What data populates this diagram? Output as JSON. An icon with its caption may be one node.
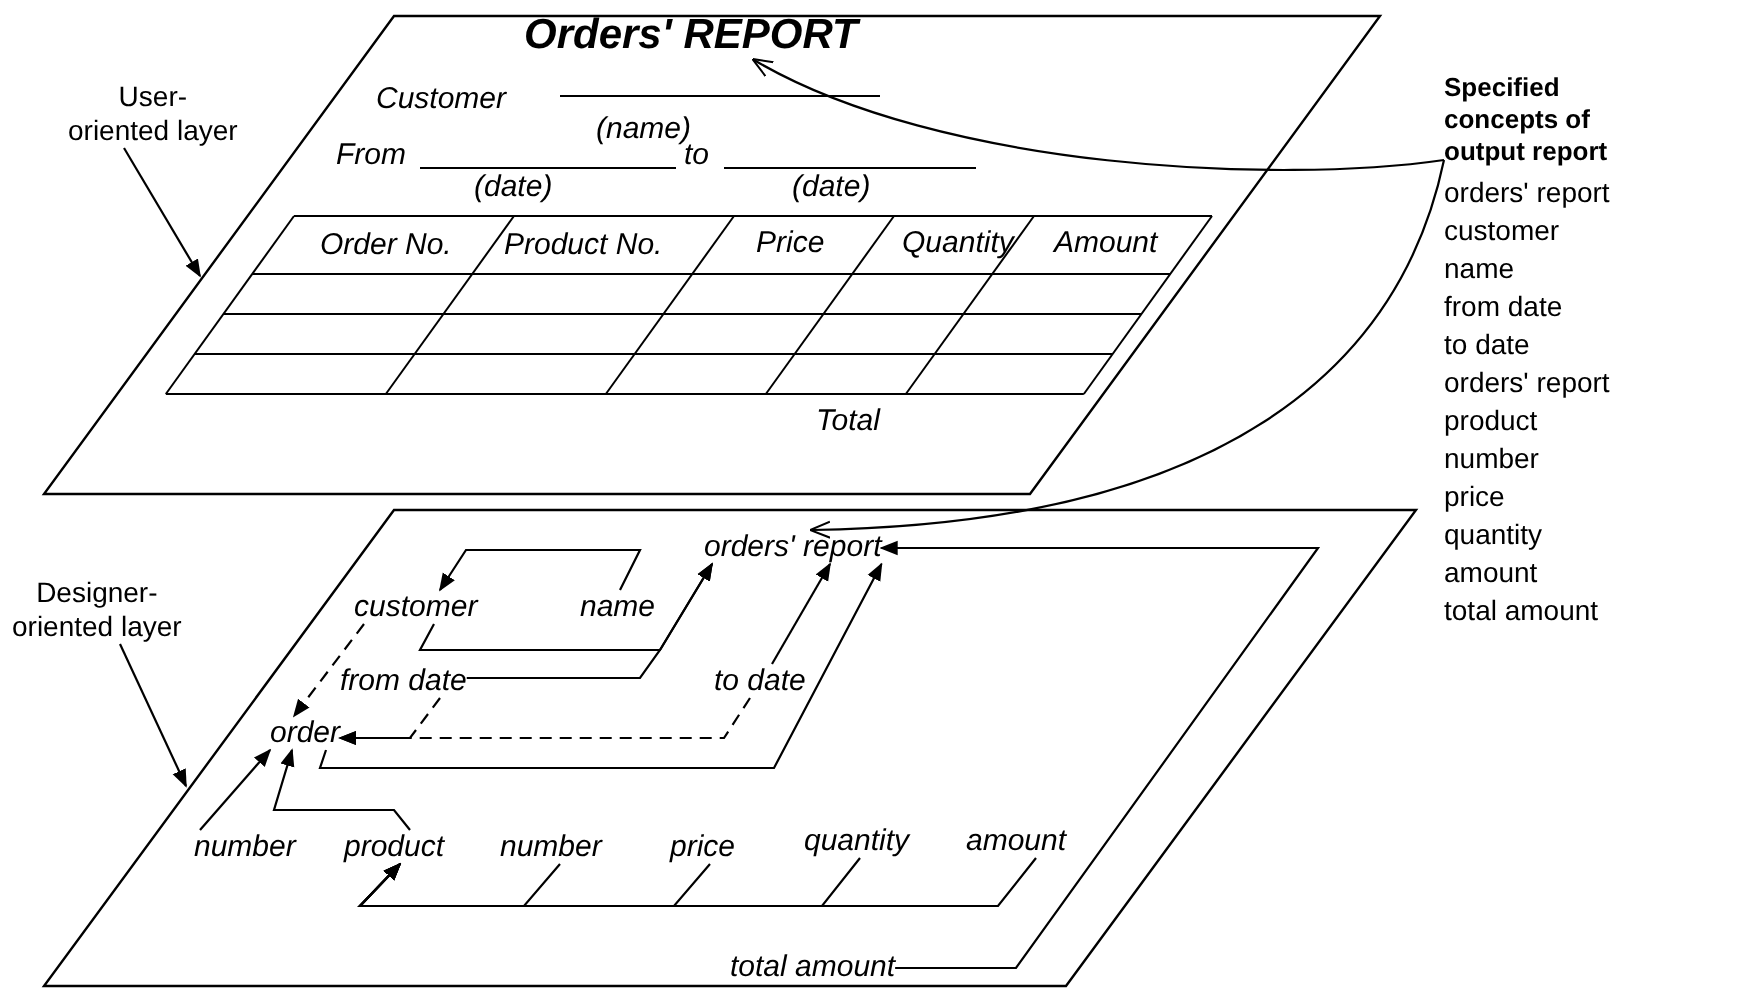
{
  "diagram": {
    "nodes": [
      {
        "text": [],
        "shape": "parallelogram"
      },
      {
        "text": [
          "User- oriented layer"
        ]
      },
      {
        "text": [],
        "shape": "parallelogram"
      },
      {
        "text": [
          "Designer- oriented layer"
        ]
      },
      {
        "text": [
          "Orders' REPORT"
        ],
        "in": 0
      },
      {
        "text": [
          "Specified concepts of output report",
          "orders' report",
          "customer",
          "name",
          "from date",
          "to date",
          "orders' report",
          "product",
          "number",
          "price",
          "quantity",
          "amount",
          "total amount"
        ]
      },
      {
        "text": [
          "orders' report"
        ],
        "in": 2
      },
      {
        "text": [
          "customer"
        ],
        "in": 2
      },
      {
        "text": [
          "name"
        ],
        "in": 2
      },
      {
        "text": [
          "from date"
        ],
        "in": 2
      },
      {
        "text": [
          "to date"
        ],
        "in": 2
      },
      {
        "text": [
          "order"
        ],
        "in": 2
      },
      {
        "text": [
          "number"
        ],
        "in": 2
      },
      {
        "text": [
          "product"
        ],
        "in": 2
      },
      {
        "text": [
          "number"
        ],
        "in": 2
      },
      {
        "text": [
          "price"
        ],
        "in": 2
      },
      {
        "text": [
          "quantity"
        ],
        "in": 2
      },
      {
        "text": [
          "amount"
        ],
        "in": 2
      },
      {
        "text": [
          "total amount"
        ],
        "in": 2
      }
    ],
    "edges": [
      {
        "from": 1,
        "to": 0,
        "arrow": "to"
      },
      {
        "from": 3,
        "to": 2,
        "arrow": "to"
      },
      {
        "from": 5,
        "to": 4,
        "arrow": "to"
      },
      {
        "from": 5,
        "to": 6,
        "arrow": "to"
      },
      {
        "from": 8,
        "to": 7,
        "arrow": "to"
      },
      {
        "from": 7,
        "to": 11,
        "arrow": "to",
        "style": "dashed"
      },
      {
        "from": 7,
        "to": 6,
        "arrow": "to"
      },
      {
        "from": 9,
        "to": 6,
        "arrow": "to"
      },
      {
        "from": 10,
        "to": 6,
        "arrow": "to"
      },
      {
        "from": 9,
        "to": 11,
        "arrow": "to",
        "style": "dashed"
      },
      {
        "from": 10,
        "to": 11,
        "arrow": "to",
        "style": "dashed"
      },
      {
        "from": 11,
        "to": 6,
        "arrow": "to"
      },
      {
        "from": 18,
        "to": 6,
        "arrow": "to"
      },
      {
        "from": 14,
        "to": 13,
        "arrow": "to"
      },
      {
        "from": 15,
        "to": 13,
        "arrow": "to"
      },
      {
        "from": 16,
        "to": 13,
        "arrow": "to"
      },
      {
        "from": 17,
        "to": 13,
        "arrow": "to"
      },
      {
        "from": 13,
        "to": 11,
        "arrow": "to"
      },
      {
        "from": 12,
        "to": 11,
        "arrow": "to"
      }
    ],
    "labels": [
      "Customer",
      "(name)",
      "From",
      "to",
      "(date)",
      "(date)",
      "Order No.",
      "Product No.",
      "Price",
      "Quantity",
      "Amount",
      "Total"
    ]
  }
}
